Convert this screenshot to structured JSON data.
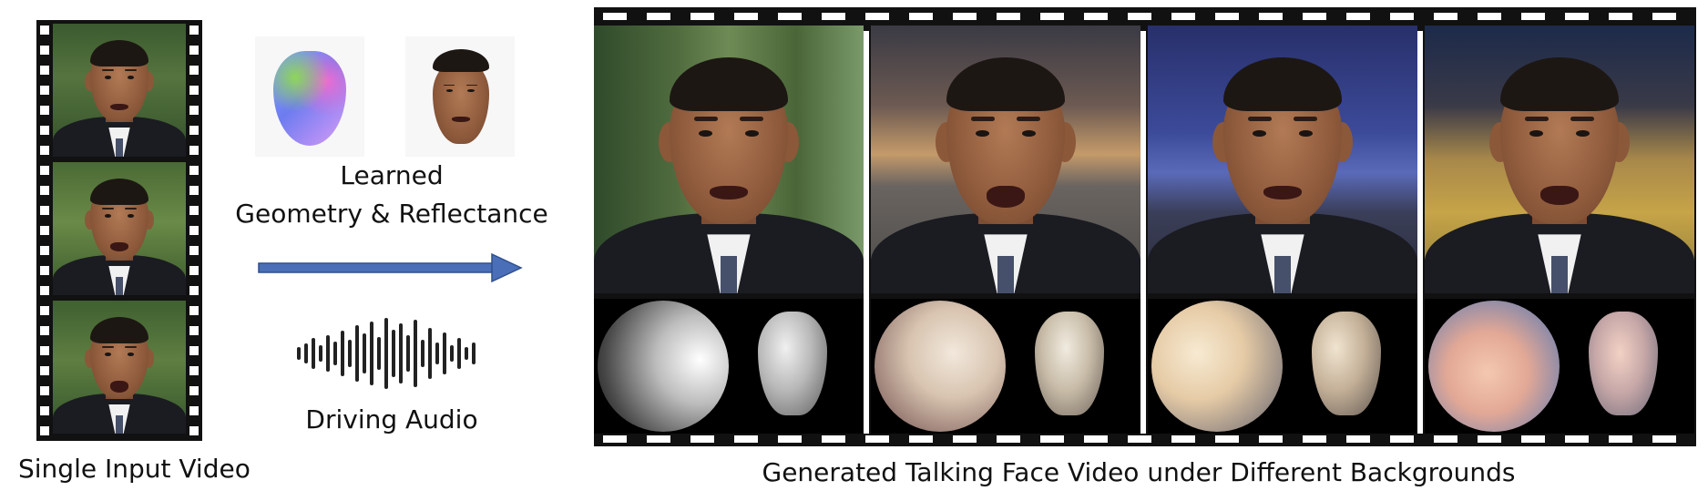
{
  "labels": {
    "input": "Single Input Video",
    "learned_line1": "Learned",
    "learned_line2": "Geometry & Reflectance",
    "audio": "Driving Audio",
    "output": "Generated Talking Face Video under Different Backgrounds"
  },
  "icons": {
    "arrow": "right-arrow-icon",
    "audio": "sound-wave-icon",
    "geometry": "normal-map-head",
    "reflectance": "albedo-head"
  },
  "colors": {
    "arrow": "#4a6fb8",
    "film": "#111111",
    "wave": "#222222"
  },
  "input_frames": [
    "frame-1",
    "frame-2",
    "frame-3"
  ],
  "output_backgrounds": [
    "green-curtain",
    "lakeside-dusk",
    "night-city",
    "lawn-night"
  ]
}
